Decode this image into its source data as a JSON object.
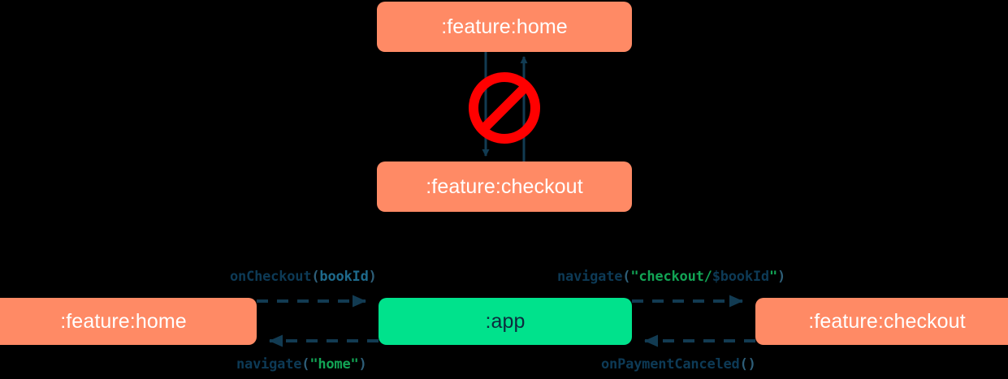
{
  "diagram": {
    "title": "module navigation dependency diagram",
    "background_color": "#000000",
    "top_cluster": {
      "nodes": [
        {
          "id": "home-top",
          "label": ":feature:home",
          "color": "#FF8A65",
          "text_color": "#FFFFFF"
        },
        {
          "id": "checkout-top",
          "label": ":feature:checkout",
          "color": "#FF8A65",
          "text_color": "#FFFFFF"
        }
      ],
      "edges": [
        {
          "id": "home-to-checkout",
          "from": "home-top",
          "to": "checkout-top",
          "style": "solid",
          "color": "#123B52"
        },
        {
          "id": "checkout-to-home",
          "from": "checkout-top",
          "to": "home-top",
          "style": "solid",
          "color": "#123B52"
        }
      ],
      "overlay_icon": {
        "name": "no-entry-icon",
        "meaning": "forbidden",
        "color": "#FF0000"
      }
    },
    "bottom_cluster": {
      "nodes": [
        {
          "id": "home-bottom",
          "label": ":feature:home",
          "color": "#FF8A65",
          "text_color": "#FFFFFF"
        },
        {
          "id": "app",
          "label": ":app",
          "color": "#00E28C",
          "text_color": "#0D2B3E"
        },
        {
          "id": "checkout-bottom",
          "label": ":feature:checkout",
          "color": "#FF8A65",
          "text_color": "#FFFFFF"
        }
      ],
      "edges": [
        {
          "id": "home-to-app",
          "from": "home-bottom",
          "to": "app",
          "style": "dashed",
          "color": "#123B52",
          "label_tokens": [
            {
              "text": "onCheckout",
              "kind": "fn"
            },
            {
              "text": "(",
              "kind": "punct"
            },
            {
              "text": "bookId",
              "kind": "param"
            },
            {
              "text": ")",
              "kind": "punct"
            }
          ]
        },
        {
          "id": "app-to-checkout",
          "from": "app",
          "to": "checkout-bottom",
          "style": "dashed",
          "color": "#123B52",
          "label_tokens": [
            {
              "text": "navigate",
              "kind": "fn"
            },
            {
              "text": "(",
              "kind": "punct"
            },
            {
              "text": "\"checkout/",
              "kind": "str"
            },
            {
              "text": "$bookId",
              "kind": "dollar"
            },
            {
              "text": "\"",
              "kind": "str"
            },
            {
              "text": ")",
              "kind": "punct"
            }
          ]
        },
        {
          "id": "app-to-home",
          "from": "app",
          "to": "home-bottom",
          "style": "dashed",
          "color": "#123B52",
          "label_tokens": [
            {
              "text": "navigate",
              "kind": "fn"
            },
            {
              "text": "(",
              "kind": "punct"
            },
            {
              "text": "\"home\"",
              "kind": "str"
            },
            {
              "text": ")",
              "kind": "punct"
            }
          ]
        },
        {
          "id": "checkout-to-app",
          "from": "checkout-bottom",
          "to": "app",
          "style": "dashed",
          "color": "#123B52",
          "label_tokens": [
            {
              "text": "onPaymentCanceled",
              "kind": "fn"
            },
            {
              "text": "()",
              "kind": "punct"
            }
          ]
        }
      ]
    },
    "labels": {
      "home_top": ":feature:home",
      "checkout_top": ":feature:checkout",
      "home_bottom": ":feature:home",
      "app": ":app",
      "checkout_bottom": ":feature:checkout",
      "on_checkout": {
        "fn": "onCheckout",
        "open": "(",
        "param": "bookId",
        "close": ")"
      },
      "navigate_checkout": {
        "fn": "navigate",
        "open": "(",
        "str_open": "\"checkout/",
        "interp": "$bookId",
        "str_close": "\"",
        "close": ")"
      },
      "navigate_home": {
        "fn": "navigate",
        "open": "(",
        "str": "\"home\"",
        "close": ")"
      },
      "on_payment_canceled": {
        "fn": "onPaymentCanceled",
        "parens": "()"
      }
    }
  }
}
